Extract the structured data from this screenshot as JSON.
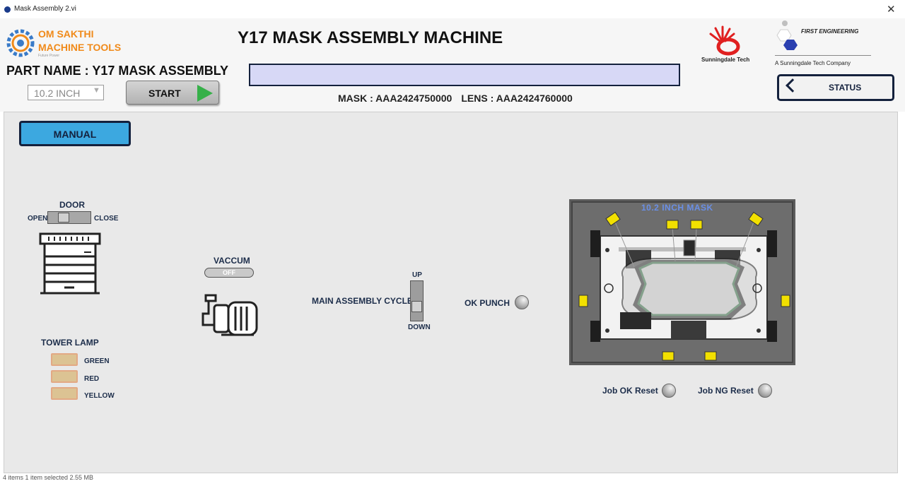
{
  "window": {
    "title": "Mask Assembly 2.vi",
    "close": "✕"
  },
  "header": {
    "logo": {
      "line1": "OM SAKTHI",
      "line2": "MACHINE TOOLS",
      "tagline": "Future Power"
    },
    "title": "Y17 MASK ASSEMBLY MACHINE",
    "part_name": "PART NAME : Y17 MASK ASSEMBLY",
    "size_select": {
      "value": "10.2 INCH",
      "options": [
        "10.2 INCH"
      ]
    },
    "start_label": "START",
    "mask_code": "MASK : AAA2424750000",
    "lens_code": "LENS : AAA2424760000",
    "partner1": "Sunningdale Tech",
    "partner2": {
      "name": "FIRST ENGINEERING",
      "sub": "A Sunningdale Tech Company"
    },
    "status_label": "STATUS"
  },
  "controls": {
    "manual_label": "MANUAL",
    "door": {
      "label": "DOOR",
      "open": "OPEN",
      "close": "CLOSE"
    },
    "vaccum": {
      "label": "VACCUM",
      "state": "OFF"
    },
    "cycle": {
      "label": "MAIN ASSEMBLY CYCLE",
      "up": "UP",
      "down": "DOWN"
    },
    "ok_punch": "OK PUNCH",
    "tower_lamp": {
      "label": "TOWER LAMP",
      "lamps": [
        "GREEN",
        "RED",
        "YELLOW"
      ]
    },
    "mask_image_title": "10.2 INCH MASK",
    "job_ok_reset": "Job OK Reset",
    "job_ng_reset": "Job NG Reset"
  },
  "statusbar": {
    "text": "4 items     1 item selected  2.55 MB"
  },
  "colors": {
    "navy": "#14213d",
    "manual": "#3ca8e0",
    "start_arrow": "#36b049",
    "name_bar": "#d7d8f6",
    "logo_orange": "#f08a1a",
    "lamp": "#dcc393"
  }
}
